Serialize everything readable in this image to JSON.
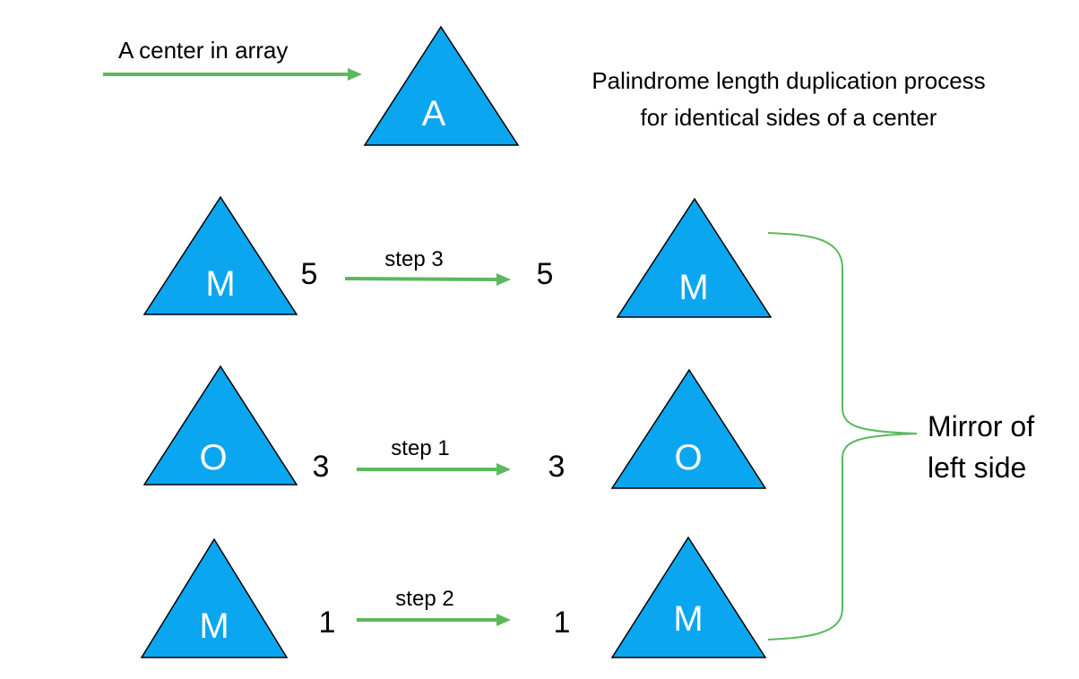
{
  "header": {
    "center_label": "A center in array",
    "center_letter": "A",
    "description_line1": "Palindrome length duplication process",
    "description_line2": "for identical sides of a center"
  },
  "rows": [
    {
      "left_letter": "M",
      "left_number": "5",
      "step_label": "step 3",
      "right_number": "5",
      "right_letter": "M"
    },
    {
      "left_letter": "O",
      "left_number": "3",
      "step_label": "step 1",
      "right_number": "3",
      "right_letter": "O"
    },
    {
      "left_letter": "M",
      "left_number": "1",
      "step_label": "step 2",
      "right_number": "1",
      "right_letter": "M"
    }
  ],
  "mirror": {
    "line1": "Mirror of",
    "line2": "left side"
  },
  "colors": {
    "triangle_fill": "#0aa6f0",
    "arrow": "#5cb85c"
  }
}
